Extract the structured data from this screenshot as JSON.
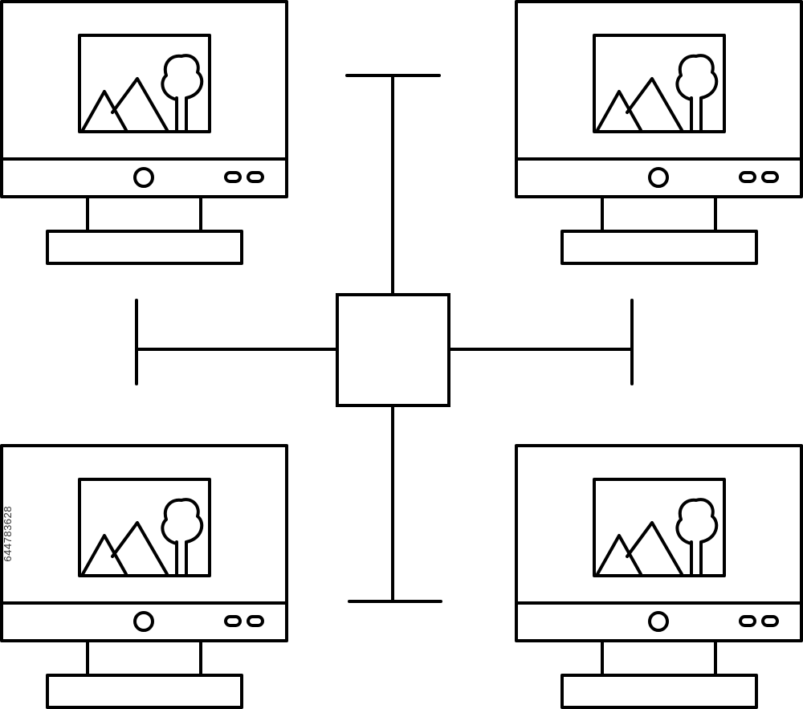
{
  "diagram": {
    "type": "network-topology",
    "hub": {
      "icon": "hub-box-icon"
    },
    "nodes": [
      {
        "id": "monitor-top-left",
        "icon": "monitor-icon",
        "screen_icon": "image-landscape-icon"
      },
      {
        "id": "monitor-top-right",
        "icon": "monitor-icon",
        "screen_icon": "image-landscape-icon"
      },
      {
        "id": "monitor-bottom-left",
        "icon": "monitor-icon",
        "screen_icon": "image-landscape-icon"
      },
      {
        "id": "monitor-bottom-right",
        "icon": "monitor-icon",
        "screen_icon": "image-landscape-icon"
      }
    ],
    "connectors": [
      "up",
      "down",
      "left",
      "right"
    ]
  },
  "watermark": {
    "stock_id": "644783628"
  },
  "colors": {
    "stroke": "#000000",
    "background": "#ffffff"
  }
}
